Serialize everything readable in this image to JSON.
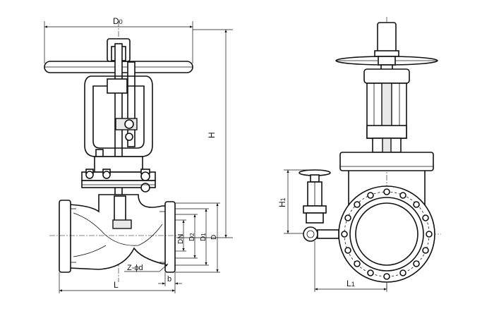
{
  "labels": {
    "D0": "D",
    "D0_sub": "0",
    "H": "H",
    "DN": "DN",
    "D2": "D",
    "D2_sub": "2",
    "D1": "D",
    "D1_sub": "1",
    "D": "D",
    "Z_phi_d": "Z-ϕd",
    "b": "b",
    "L": "L",
    "H1": "H",
    "H1_sub": "1",
    "L1": "L",
    "L1_sub": "1"
  }
}
